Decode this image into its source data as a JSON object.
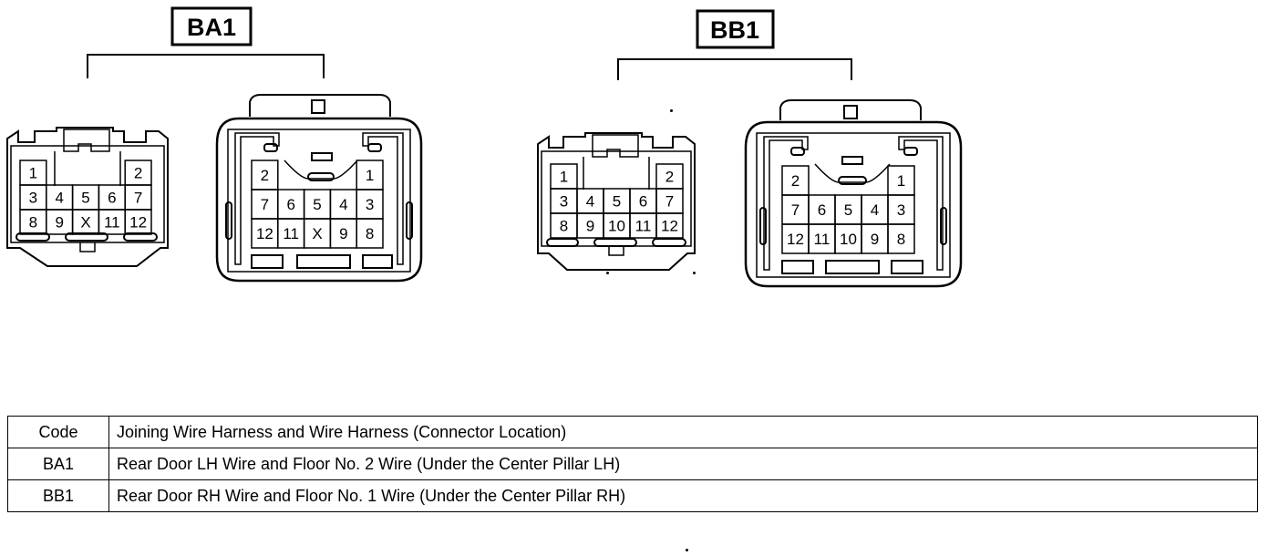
{
  "connectors": [
    {
      "code": "BA1",
      "left": {
        "rows": [
          [
            "1",
            "",
            "",
            "",
            "2"
          ],
          [
            "3",
            "4",
            "5",
            "6",
            "7"
          ],
          [
            "8",
            "9",
            "X",
            "11",
            "12"
          ]
        ]
      },
      "right": {
        "rows": [
          [
            "2",
            "",
            "",
            "",
            "1"
          ],
          [
            "7",
            "6",
            "5",
            "4",
            "3"
          ],
          [
            "12",
            "11",
            "X",
            "9",
            "8"
          ]
        ]
      }
    },
    {
      "code": "BB1",
      "left": {
        "rows": [
          [
            "1",
            "",
            "",
            "",
            "2"
          ],
          [
            "3",
            "4",
            "5",
            "6",
            "7"
          ],
          [
            "8",
            "9",
            "10",
            "11",
            "12"
          ]
        ]
      },
      "right": {
        "rows": [
          [
            "2",
            "",
            "",
            "",
            "1"
          ],
          [
            "7",
            "6",
            "5",
            "4",
            "3"
          ],
          [
            "12",
            "11",
            "10",
            "9",
            "8"
          ]
        ]
      }
    }
  ],
  "table": {
    "header": {
      "code": "Code",
      "description": "Joining Wire Harness and Wire Harness (Connector Location)"
    },
    "rows": [
      {
        "code": "BA1",
        "description": "Rear Door LH Wire and Floor No. 2 Wire (Under the Center Pillar LH)"
      },
      {
        "code": "BB1",
        "description": "Rear Door RH Wire and Floor No. 1 Wire (Under the Center Pillar RH)"
      }
    ]
  }
}
